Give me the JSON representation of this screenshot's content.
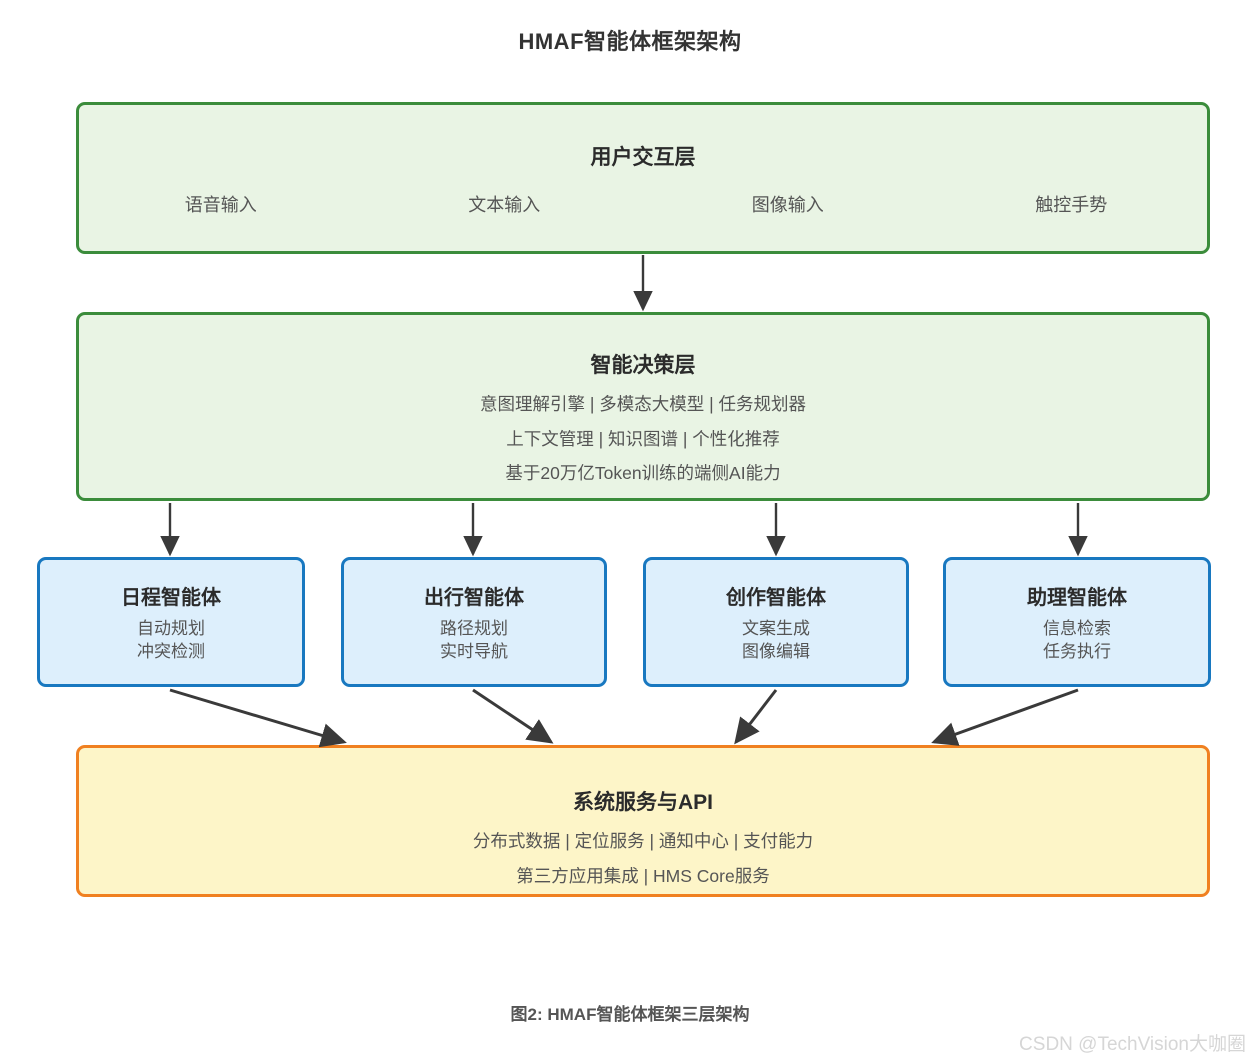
{
  "title": "HMAF智能体框架架构",
  "caption": "图2: HMAF智能体框架三层架构",
  "watermark": "CSDN @TechVision大咖圈",
  "colors": {
    "layer_border_green": "#3b8c3b",
    "layer_fill_green": "#e9f4e4",
    "agent_border_blue": "#1878c0",
    "agent_fill_blue": "#ddeffc",
    "services_border_orange": "#f08020",
    "services_fill_yellow": "#fdf5c8",
    "arrow_color": "#3a3a3a",
    "title_color": "#333333",
    "subtext_color": "#555555",
    "watermark_color": "#d6d6d6"
  },
  "user_layer": {
    "title": "用户交互层",
    "items": [
      {
        "label": "语音输入"
      },
      {
        "label": "文本输入"
      },
      {
        "label": "图像输入"
      },
      {
        "label": "触控手势"
      }
    ]
  },
  "decision_layer": {
    "title": "智能决策层",
    "lines": [
      "意图理解引擎 | 多模态大模型 | 任务规划器",
      "上下文管理 | 知识图谱 | 个性化推荐",
      "基于20万亿Token训练的端侧AI能力"
    ]
  },
  "agents": [
    {
      "title": "日程智能体",
      "features": [
        "自动规划",
        "冲突检测"
      ]
    },
    {
      "title": "出行智能体",
      "features": [
        "路径规划",
        "实时导航"
      ]
    },
    {
      "title": "创作智能体",
      "features": [
        "文案生成",
        "图像编辑"
      ]
    },
    {
      "title": "助理智能体",
      "features": [
        "信息检索",
        "任务执行"
      ]
    }
  ],
  "services_layer": {
    "title": "系统服务与API",
    "lines": [
      "分布式数据 | 定位服务 | 通知中心 | 支付能力",
      "第三方应用集成 | HMS Core服务"
    ]
  }
}
